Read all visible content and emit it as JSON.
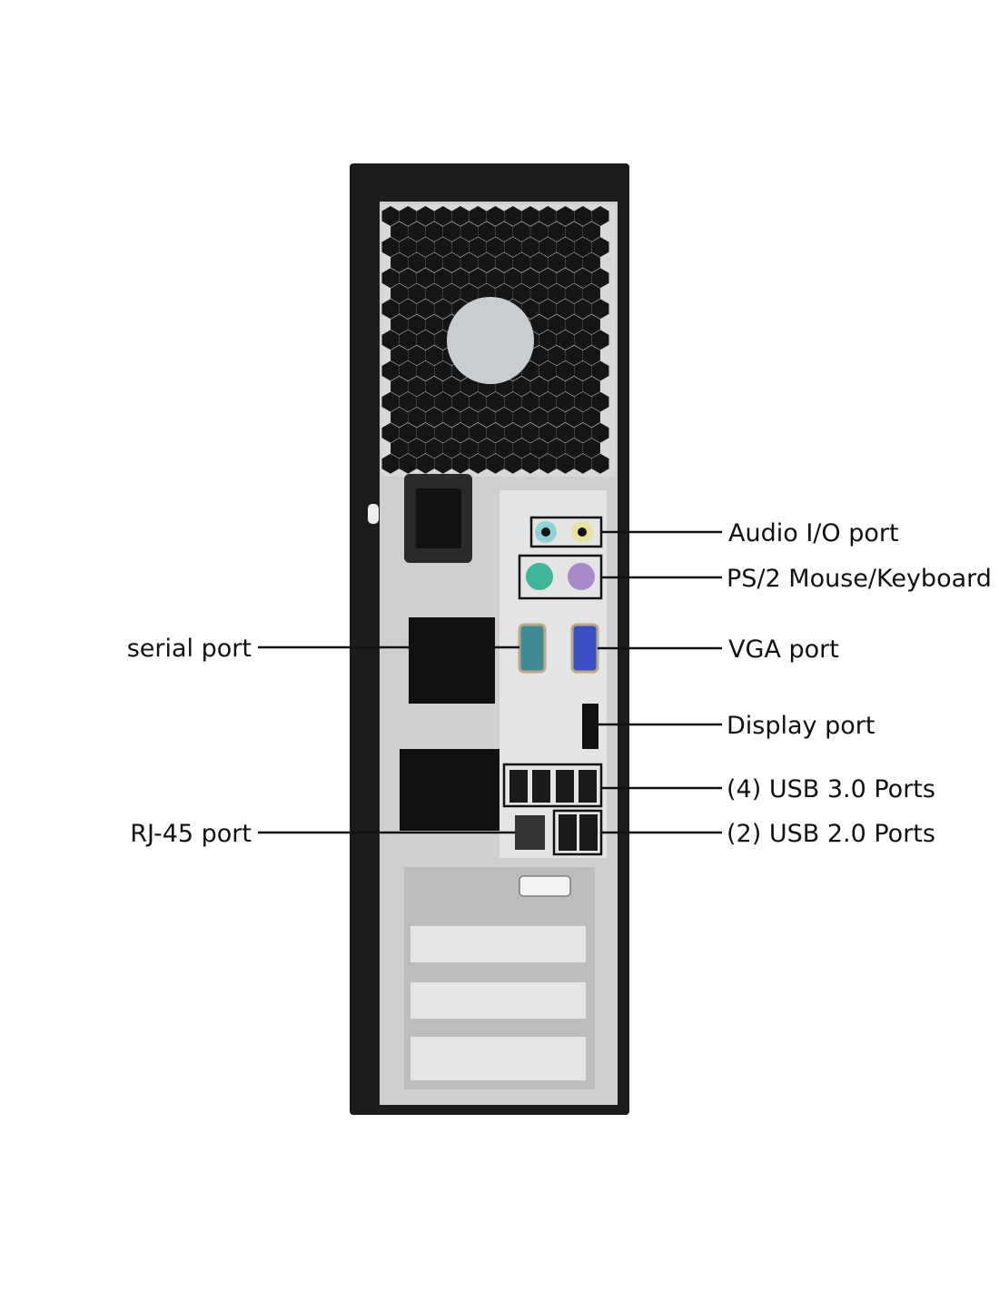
{
  "labels": {
    "audio": "Audio I/O port",
    "ps2": "PS/2 Mouse/Keyboard",
    "vga": "VGA port",
    "displayport": "Display port",
    "usb3": "(4) USB 3.0 Ports",
    "usb2": "(2) USB 2.0 Ports",
    "serial": "serial port",
    "rj45": "RJ-45 port"
  },
  "colors": {
    "case": "#1c1c1c",
    "panel": "#d9d9d9",
    "audio_in": "#8fd3d6",
    "audio_out": "#e8e2a0",
    "ps2_mouse": "#3fb59a",
    "ps2_keyboard": "#a98ac9",
    "serial": "#3f8a95",
    "vga": "#3a4fc4"
  }
}
